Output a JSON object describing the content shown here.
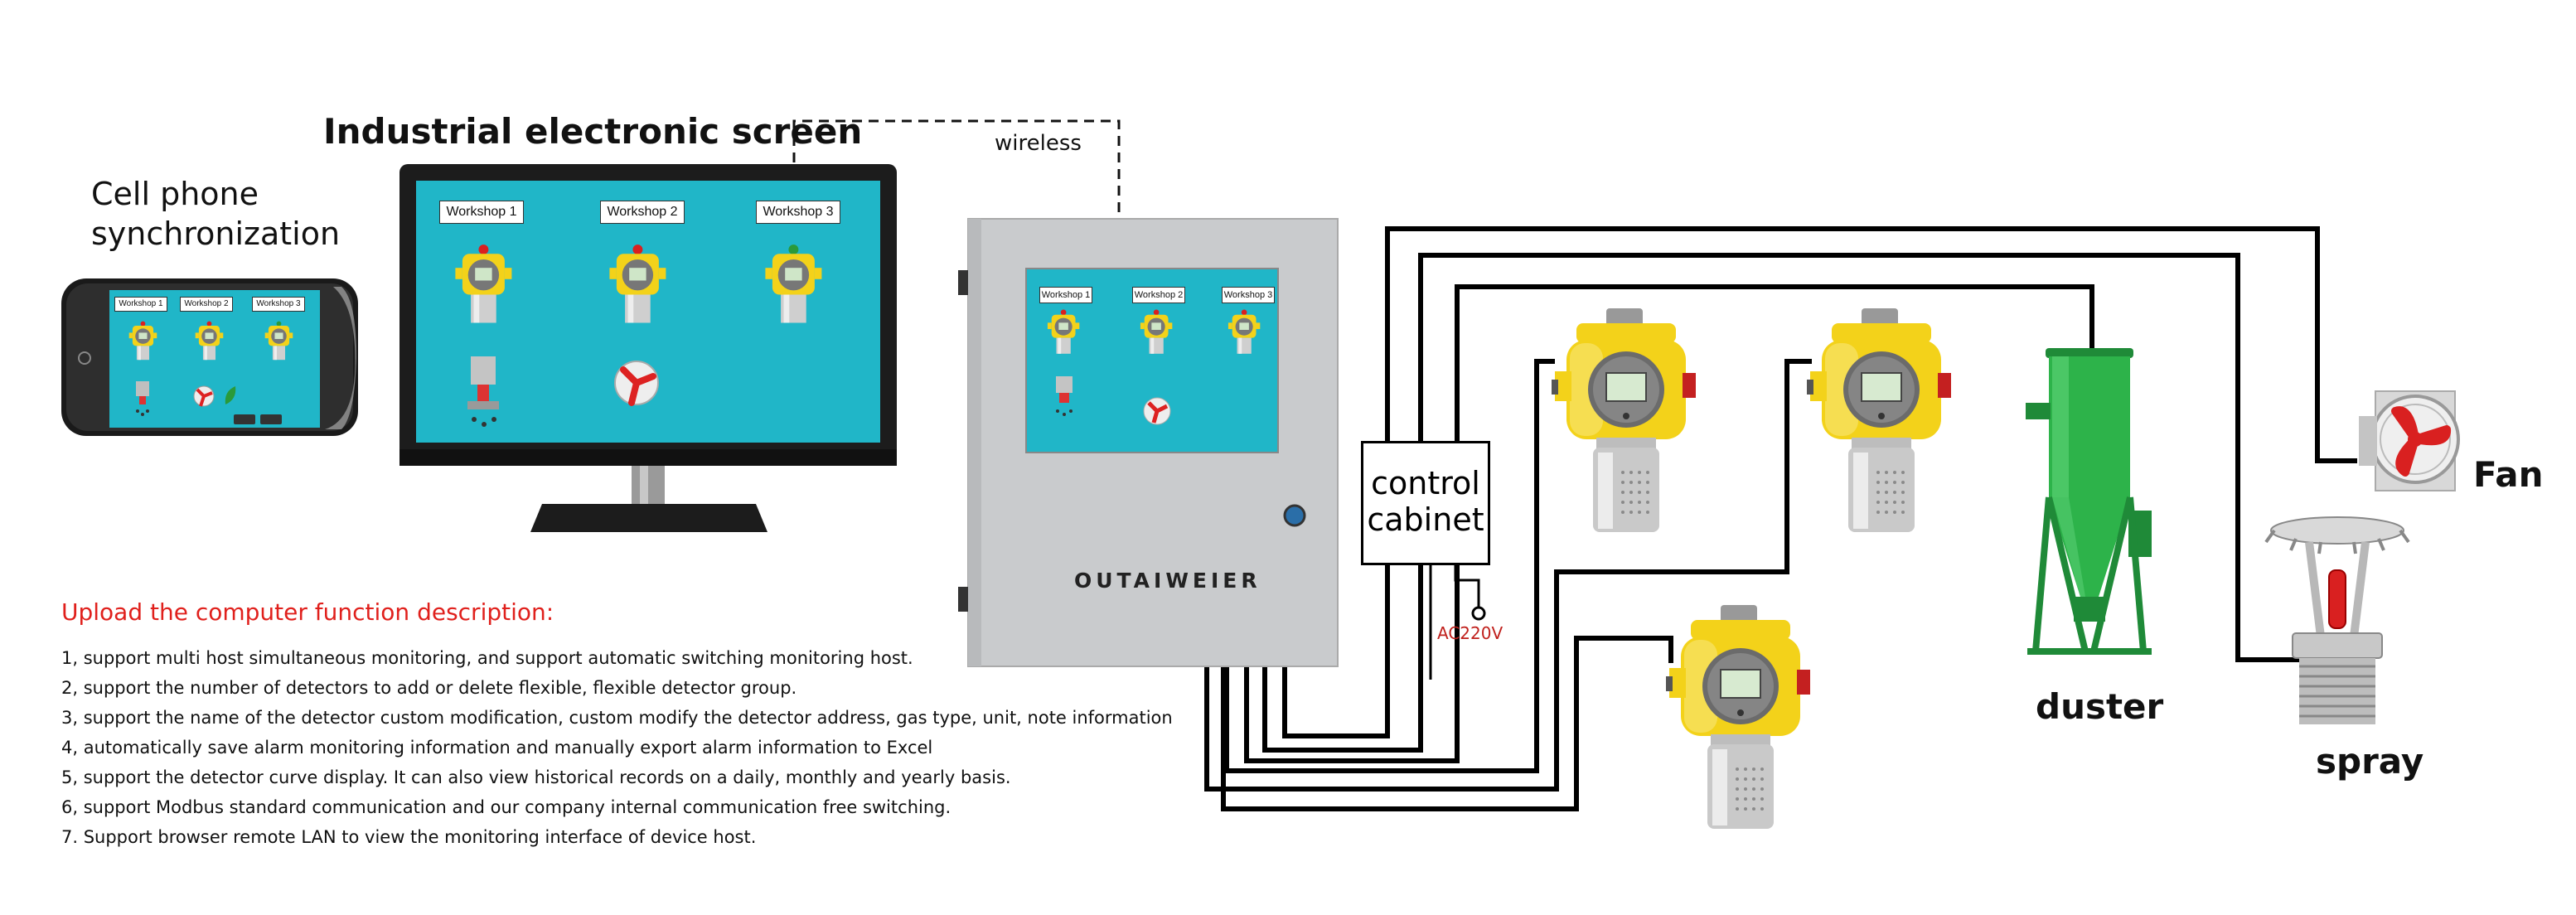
{
  "labels": {
    "phone": [
      "Cell phone",
      "synchronization"
    ],
    "screen": "Industrial electronic screen",
    "wireless": "wireless",
    "control_cabinet": [
      "control",
      "cabinet"
    ],
    "power": "AC220V",
    "brand": "OUTAIWEIER",
    "duster": "duster",
    "spray": "spray",
    "fan": "Fan"
  },
  "workshops": [
    "Workshop 1",
    "Workshop 2",
    "Workshop 3"
  ],
  "description": {
    "heading": "Upload the computer function description:",
    "items": [
      "1, support multi host simultaneous monitoring, and support automatic switching monitoring host.",
      "2, support the number of detectors to add or delete flexible, flexible detector group.",
      "3, support the name of the detector custom modification, custom modify the detector address, gas type, unit, note information",
      "4, automatically save alarm monitoring information and manually export alarm information to Excel",
      "5, support the detector curve display. It can also view historical records on a daily, monthly and yearly basis.",
      "6, support Modbus standard communication and our company internal communication free switching.",
      "7. Support browser remote LAN to view the monitoring interface of device host."
    ]
  },
  "colors": {
    "screen_bg": "#20b6c8",
    "heading_red": "#e0201c",
    "power_red": "#c0201c",
    "detector_yellow": "#f3d21a",
    "duster_green": "#2db34a",
    "cabinet_grey": "#c9cbcd"
  }
}
